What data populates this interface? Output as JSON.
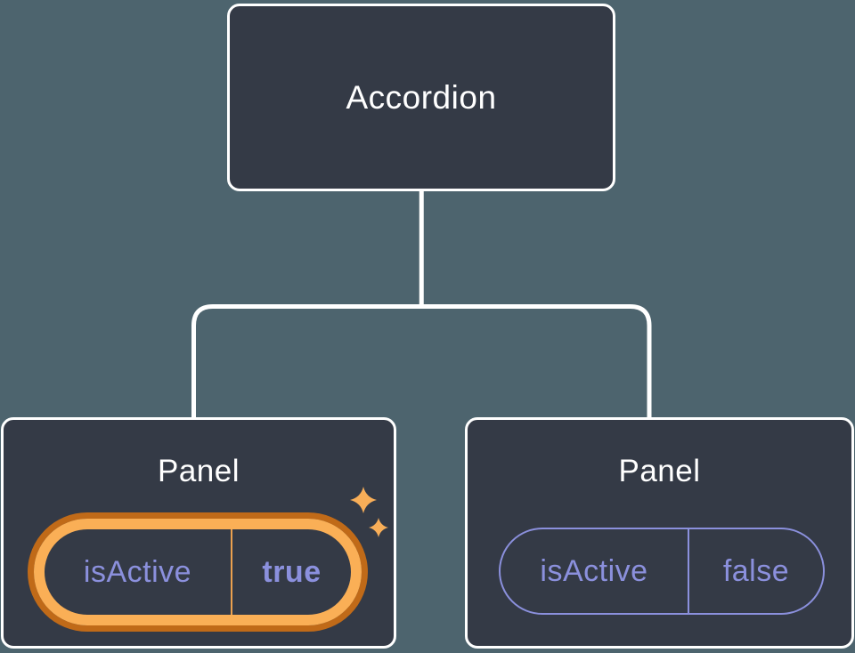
{
  "diagram": {
    "root_label": "Accordion",
    "panels": [
      {
        "title": "Panel",
        "prop_name": "isActive",
        "prop_value": "true",
        "state": "active",
        "highlighted": true,
        "sparkles": true
      },
      {
        "title": "Panel",
        "prop_name": "isActive",
        "prop_value": "false",
        "state": "inactive",
        "highlighted": false,
        "sparkles": false
      }
    ]
  },
  "colors": {
    "background": "#4D646E",
    "node_bg": "#343A46",
    "node_border": "#FFFFFF",
    "connector": "#FFFFFF",
    "title_text": "#FFFFFF",
    "prop_text": "#8B90DD",
    "highlight_outer": "#C06A18",
    "highlight_inner": "#FAAF56",
    "active_divider": "#ECA14F",
    "inactive_border": "#8B90DD",
    "sparkle": "#F8AE58"
  }
}
